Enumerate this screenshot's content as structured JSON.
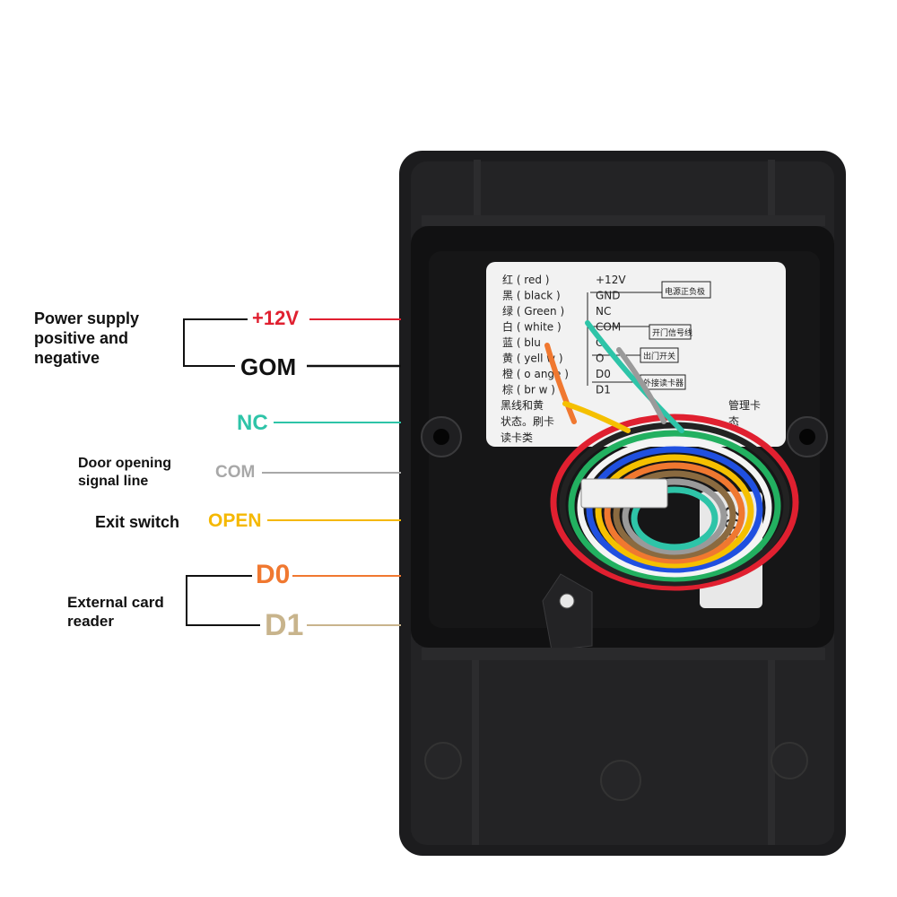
{
  "groups": [
    {
      "id": "power",
      "label": "Power supply positive and negative"
    },
    {
      "id": "door",
      "label": "Door opening signal line"
    },
    {
      "id": "exit",
      "label": "Exit switch"
    },
    {
      "id": "reader",
      "label": "External card reader"
    }
  ],
  "signals": [
    {
      "id": "plus12v",
      "label": "+12V",
      "color": "#e02030"
    },
    {
      "id": "gom",
      "label": "GOM",
      "color": "#111111"
    },
    {
      "id": "nc",
      "label": "NC",
      "color": "#2ec4a8"
    },
    {
      "id": "com",
      "label": "COM",
      "color": "#a8a8a8"
    },
    {
      "id": "open",
      "label": "OPEN",
      "color": "#f5b800"
    },
    {
      "id": "d0",
      "label": "D0",
      "color": "#f07830"
    },
    {
      "id": "d1",
      "label": "D1",
      "color": "#c8b48c"
    }
  ],
  "sticker": {
    "rows": [
      {
        "left": "红 ( red )",
        "right": "+12V"
      },
      {
        "left": "黑 ( black )",
        "right": "GND"
      },
      {
        "left": "绿 ( Green )",
        "right": "NC"
      },
      {
        "left": "白 ( white )",
        "right": "COM"
      },
      {
        "left": "蓝 ( blu",
        "right": "O"
      },
      {
        "left": "黄 ( yell w )",
        "right": "O"
      },
      {
        "left": "橙 ( o ange )",
        "right": "D0"
      },
      {
        "left": "棕 ( br w )",
        "right": "D1"
      }
    ],
    "notes": [
      "黑线和黄",
      "状态。刷卡",
      "读卡类"
    ],
    "right_notes": [
      "管理卡",
      "态"
    ],
    "boxes": [
      "电源正负极",
      "开门信号线",
      "出门开关",
      "外接读卡器"
    ]
  },
  "pcb_text": "702",
  "wire_colors": [
    "#e02030",
    "#222222",
    "#22b060",
    "#f4f4f4",
    "#2050e0",
    "#f5c000",
    "#f07830",
    "#8a6a40"
  ]
}
